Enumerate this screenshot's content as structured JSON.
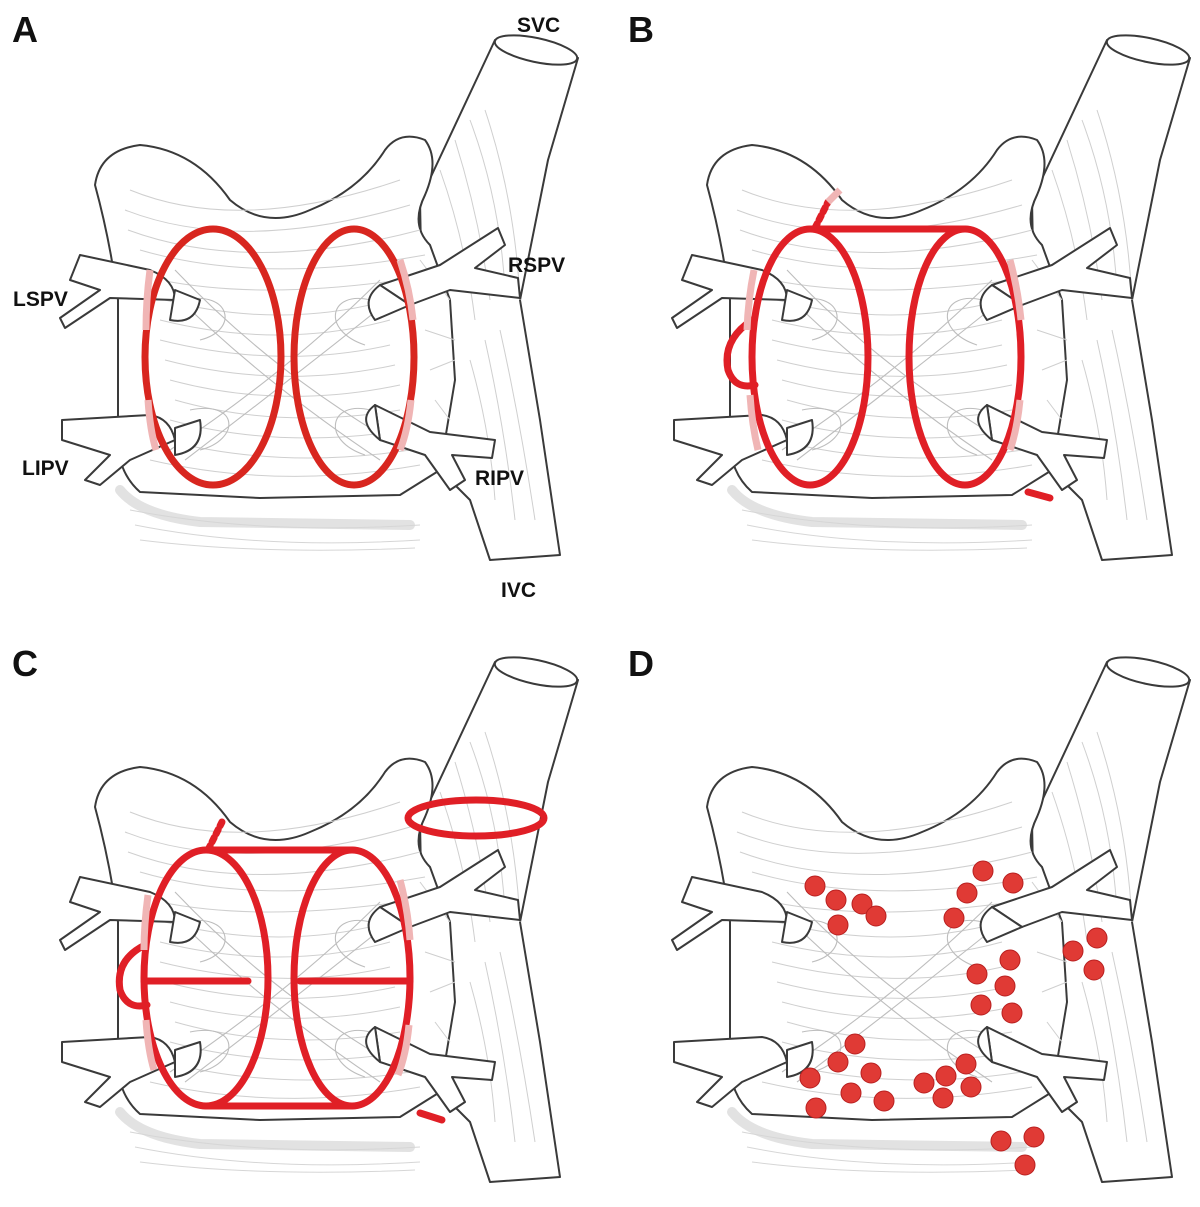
{
  "figure": {
    "panels": [
      {
        "letter": "A",
        "strategy": "pv-isolation",
        "colors": {
          "lesion": "#d8261f"
        }
      },
      {
        "letter": "B",
        "strategy": "box-lesion-with-lines",
        "colors": {
          "lesion": "#e01f26"
        }
      },
      {
        "letter": "C",
        "strategy": "box-lesion-with-svc-isolation",
        "colors": {
          "lesion": "#e01f26"
        }
      },
      {
        "letter": "D",
        "strategy": "ganglionated-plexi",
        "colors": {
          "gp": "#e03a35"
        }
      }
    ],
    "labels": {
      "svc": "SVC",
      "ivc": "IVC",
      "lspv": "LSPV",
      "lipv": "LIPV",
      "rspv": "RSPV",
      "ripv": "RIPV"
    },
    "colors": {
      "outline": "#3a3a3a",
      "fiber": "#cfcfcf",
      "background": "#ffffff"
    }
  }
}
